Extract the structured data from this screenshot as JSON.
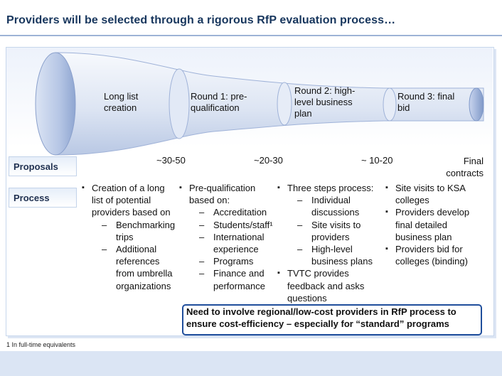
{
  "title": "Providers will be selected through a rigorous RfP evaluation process…",
  "stages": [
    {
      "label": "Long list creation"
    },
    {
      "label": "Round 1: pre-qualification"
    },
    {
      "label": "Round 2: high-level business plan"
    },
    {
      "label": "Round 3: final bid"
    }
  ],
  "rows": {
    "proposals": "Proposals",
    "process": "Process"
  },
  "counts": [
    "~30-50",
    "~20-30",
    "~ 10-20",
    "Final contracts"
  ],
  "columns": [
    {
      "items": [
        {
          "text": "Creation of a long list of potential providers based on",
          "subs": [
            "Benchmarking trips",
            "Additional references from umbrella organizations"
          ]
        }
      ]
    },
    {
      "items": [
        {
          "text": "Pre-qualification based on:",
          "subs": [
            "Accreditation",
            "Students/staff¹",
            "International experience",
            "Programs",
            "Finance and performance"
          ]
        }
      ]
    },
    {
      "items": [
        {
          "text": "Three steps process:",
          "subs": [
            "Individual discussions",
            "Site visits to providers",
            "High-level business plans"
          ]
        },
        {
          "text": "TVTC provides feedback and asks questions",
          "subs": []
        }
      ]
    },
    {
      "items": [
        {
          "text": "Site visits to KSA colleges",
          "subs": []
        },
        {
          "text": "Providers develop final detailed business plan",
          "subs": []
        },
        {
          "text": "Providers bid for colleges (binding)",
          "subs": []
        }
      ]
    }
  ],
  "callout": "Need to involve regional/low-cost providers in RfP process to ensure cost-efficiency – especially for “standard” programs",
  "footnote": "1 In full-time equivalents",
  "colors": {
    "title": "#17365d",
    "funnel_light": "#e9eef8",
    "funnel_mid": "#c5d2ea",
    "funnel_dark": "#8ea4cf",
    "callout_border": "#1f4e9c"
  }
}
